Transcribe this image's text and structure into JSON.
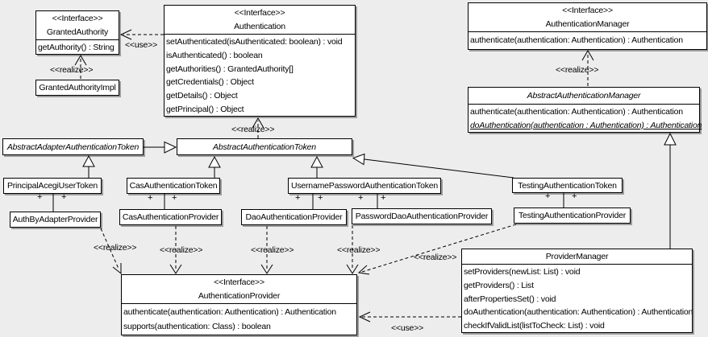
{
  "colors": {
    "background": "#ededed",
    "box_fill": "#ffffff",
    "line": "#000000",
    "shadow": "#5a5a5a"
  },
  "labels": {
    "realize": "<<realize>>",
    "use": "<<use>>",
    "plus": "+"
  },
  "classes": [
    {
      "name": "GrantedAuthority",
      "stereotype": "<<Interface>>",
      "methods": [
        "getAuthority() : String"
      ]
    },
    {
      "name": "GrantedAuthorityImpl"
    },
    {
      "name": "Authentication",
      "stereotype": "<<Interface>>",
      "methods": [
        "setAuthenticated(isAuthenticated: boolean) : void",
        "isAuthenticated() : boolean",
        "getAuthorities() : GrantedAuthority[]",
        "getCredentials() : Object",
        "getDetails() : Object",
        "getPrincipal() : Object"
      ]
    },
    {
      "name": "AuthenticationManager",
      "stereotype": "<<Interface>>",
      "methods": [
        "authenticate(authentication: Authentication) : Authentication"
      ]
    },
    {
      "name": "AbstractAuthenticationManager",
      "abstract": true,
      "methods": [
        "authenticate(authentication: Authentication) : Authentication",
        "doAuthentication(authentication : Authentication) : Authentication"
      ]
    },
    {
      "name": "AbstractAdapterAuthenticationToken",
      "abstract": true
    },
    {
      "name": "AbstractAuthenticationToken",
      "abstract": true
    },
    {
      "name": "PrincipalAcegiUserToken"
    },
    {
      "name": "CasAuthenticationToken"
    },
    {
      "name": "UsernamePasswordAuthenticationToken"
    },
    {
      "name": "TestingAuthenticationToken"
    },
    {
      "name": "AuthByAdapterProvider"
    },
    {
      "name": "CasAuthenticationProvider"
    },
    {
      "name": "DaoAuthenticationProvider"
    },
    {
      "name": "PasswordDaoAuthenticationProvider"
    },
    {
      "name": "TestingAuthenticationProvider"
    },
    {
      "name": "AuthenticationProvider",
      "stereotype": "<<Interface>>",
      "methods": [
        "authenticate(authentication: Authentication) : Authentication",
        "supports(authentication: Class) : boolean"
      ]
    },
    {
      "name": "ProviderManager",
      "methods": [
        "setProviders(newList: List) : void",
        "getProviders() : List",
        "afterPropertiesSet() : void",
        "doAuthentication(authentication: Authentication) : Authentication",
        "checkIfValidList(listToCheck: List) : void"
      ]
    }
  ],
  "edges": [
    {
      "type": "realize",
      "from": "GrantedAuthorityImpl",
      "to": "GrantedAuthority"
    },
    {
      "type": "use",
      "from": "Authentication",
      "to": "GrantedAuthority"
    },
    {
      "type": "realize",
      "from": "AbstractAuthenticationToken",
      "to": "Authentication"
    },
    {
      "type": "realize",
      "from": "AbstractAuthenticationManager",
      "to": "AuthenticationManager"
    },
    {
      "type": "generalize",
      "from": "ProviderManager",
      "to": "AbstractAuthenticationManager"
    },
    {
      "type": "generalize",
      "from": "AbstractAdapterAuthenticationToken",
      "to": "AbstractAuthenticationToken"
    },
    {
      "type": "generalize",
      "from": "PrincipalAcegiUserToken",
      "to": "AbstractAdapterAuthenticationToken"
    },
    {
      "type": "generalize",
      "from": "CasAuthenticationToken",
      "to": "AbstractAuthenticationToken"
    },
    {
      "type": "generalize",
      "from": "UsernamePasswordAuthenticationToken",
      "to": "AbstractAuthenticationToken"
    },
    {
      "type": "generalize",
      "from": "TestingAuthenticationToken",
      "to": "AbstractAuthenticationToken"
    },
    {
      "type": "association",
      "from": "PrincipalAcegiUserToken",
      "to": "AuthByAdapterProvider"
    },
    {
      "type": "association",
      "from": "CasAuthenticationToken",
      "to": "CasAuthenticationProvider"
    },
    {
      "type": "association",
      "from": "UsernamePasswordAuthenticationToken",
      "to": "DaoAuthenticationProvider"
    },
    {
      "type": "association",
      "from": "UsernamePasswordAuthenticationToken",
      "to": "PasswordDaoAuthenticationProvider"
    },
    {
      "type": "association",
      "from": "TestingAuthenticationToken",
      "to": "TestingAuthenticationProvider"
    },
    {
      "type": "realize",
      "from": "AuthByAdapterProvider",
      "to": "AuthenticationProvider"
    },
    {
      "type": "realize",
      "from": "CasAuthenticationProvider",
      "to": "AuthenticationProvider"
    },
    {
      "type": "realize",
      "from": "DaoAuthenticationProvider",
      "to": "AuthenticationProvider"
    },
    {
      "type": "realize",
      "from": "PasswordDaoAuthenticationProvider",
      "to": "AuthenticationProvider"
    },
    {
      "type": "realize",
      "from": "TestingAuthenticationProvider",
      "to": "AuthenticationProvider"
    },
    {
      "type": "use",
      "from": "ProviderManager",
      "to": "AuthenticationProvider"
    }
  ]
}
